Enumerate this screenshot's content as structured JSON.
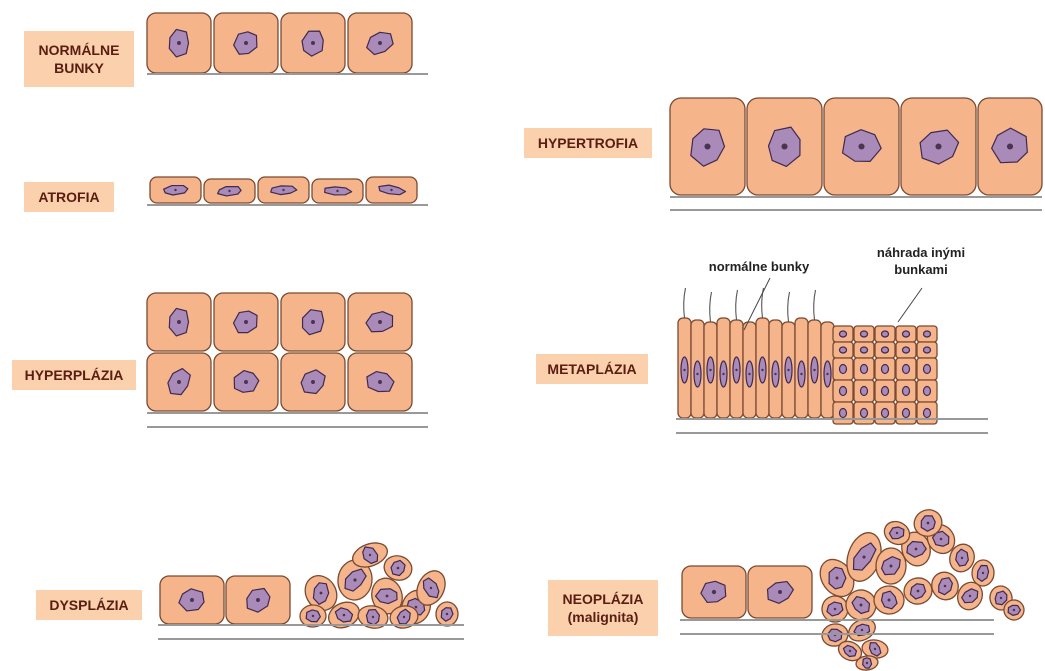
{
  "labels": {
    "normal": "NORMÁLNE\nBUNKY",
    "atrophy": "ATROFIA",
    "hyperplasia": "HYPERPLÁZIA",
    "dysplasia": "DYSPLÁZIA",
    "hypertrophy": "HYPERTROFIA",
    "metaplasia": "METAPLÁZIA",
    "neoplasia": "NEOPLÁZIA\n(malignita)"
  },
  "callouts": {
    "normal_cells": "normálne bunky",
    "replacement": "náhrada inými\nbunkami"
  },
  "colors": {
    "label_bg": "#fad0ad",
    "label_text": "#5a1d12",
    "cell": "#f5b48a",
    "cell_border": "#7a4a32",
    "nucleus": "#a98ab8",
    "baseline": "#999999"
  }
}
